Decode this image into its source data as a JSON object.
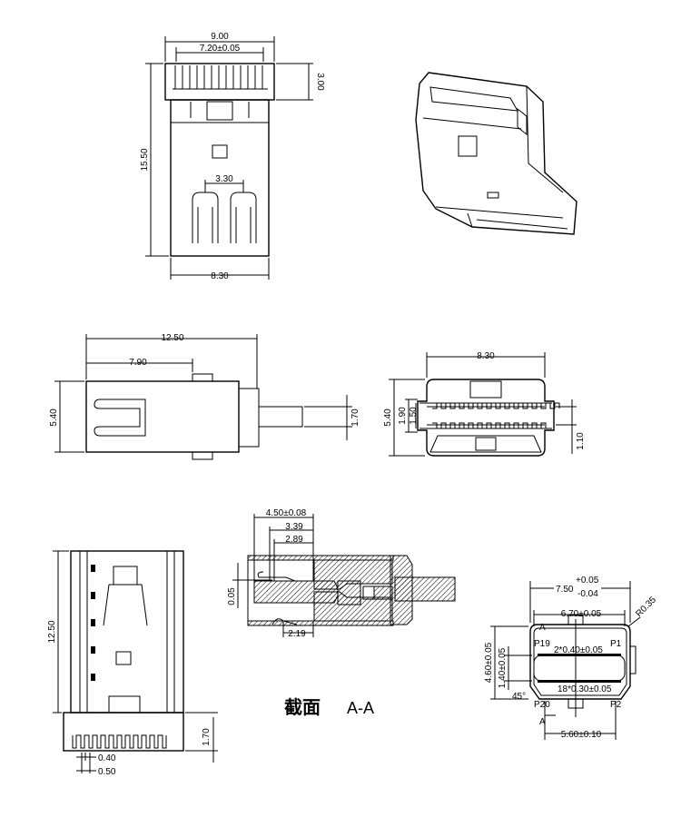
{
  "top_view": {
    "width_overall": "9.00",
    "pin_span": "7.20±0.05",
    "head_height": "3.00",
    "length": "15.50",
    "contact_spacing": "3.30",
    "body_width": "8.30"
  },
  "side_view": {
    "length": "12.50",
    "latch_pos": "7.90",
    "height": "5.40",
    "tail": "1.70"
  },
  "end_view": {
    "width": "8.30",
    "height": "5.40",
    "dim_a": "1.90",
    "dim_b": "1.50",
    "dim_c": "1.10"
  },
  "bottom_view": {
    "length": "12.50",
    "head": "1.70",
    "pin_width": "0.40",
    "pin_pitch": "0.50"
  },
  "section_view": {
    "dim_1": "4.50±0.08",
    "dim_2": "3.39",
    "dim_3": "2.89",
    "gap": "0.05",
    "dim_4": "2.19",
    "caption": "截面",
    "caption_id": "A-A"
  },
  "face_view": {
    "outer_width": "7.50",
    "outer_tol_plus": "+0.05",
    "outer_tol_minus": "-0.04",
    "inner_width": "6.70±0.05",
    "radius": "R0.35",
    "section_mark_top": "A",
    "section_mark_bottom": "A",
    "pin_p19": "P19",
    "pin_p1": "P1",
    "pin_p20": "P20",
    "pin_p2": "P2",
    "top_pins": "2*0.40±0.05",
    "bottom_pins": "18*0.30±0.05",
    "height": "4.60±0.05",
    "slot_height": "1.40±0.05",
    "chamfer": "45°",
    "bottom_width": "5.60±0.10"
  }
}
